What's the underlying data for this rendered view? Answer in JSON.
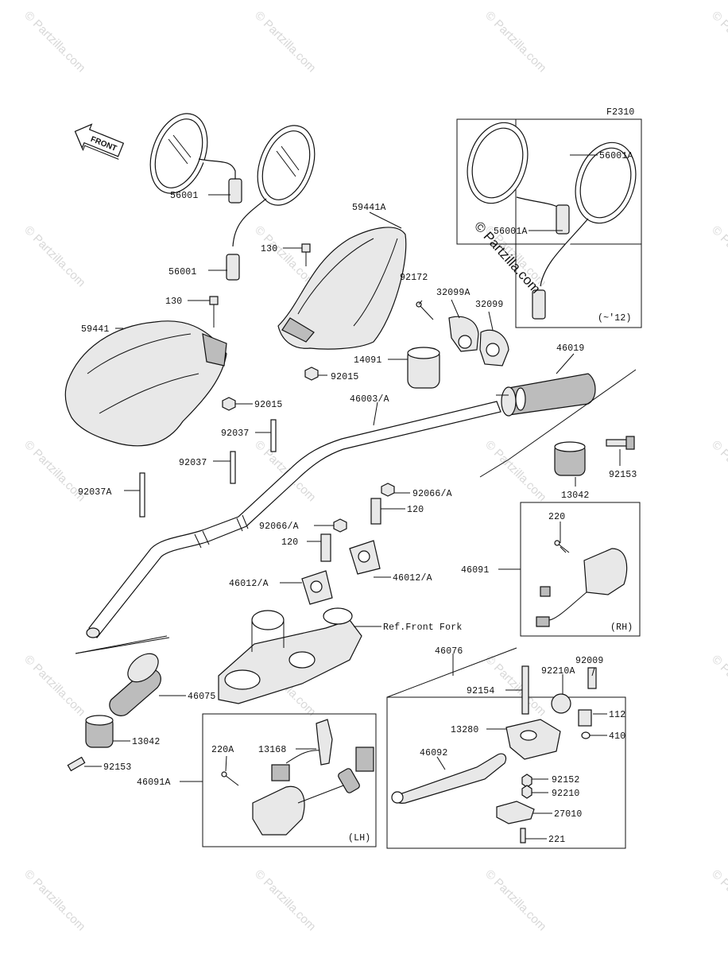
{
  "diagram": {
    "figure_code": "F2310",
    "front_arrow_label": "FRONT",
    "watermark_text": "Partzilla.com",
    "stamp_text": "© Partzilla.com",
    "labels": {
      "l_56001_top": "56001",
      "l_56001_bot": "56001",
      "l_59441A": "59441A",
      "l_130_a": "130",
      "l_130_b": "130",
      "l_59441": "59441",
      "l_92015_a": "92015",
      "l_92015_b": "92015",
      "l_92172": "92172",
      "l_32099A": "32099A",
      "l_32099": "32099",
      "l_14091": "14091",
      "l_46019": "46019",
      "l_46003A": "46003/A",
      "l_92037_a": "92037",
      "l_92037_b": "92037",
      "l_92037A": "92037A",
      "l_92153_r": "92153",
      "l_13042_r": "13042",
      "l_92066A_a": "92066/A",
      "l_120_a": "120",
      "l_92066A_b": "92066/A",
      "l_120_b": "120",
      "l_46012A_a": "46012/A",
      "l_46012A_b": "46012/A",
      "l_ref_fork": "Ref.Front Fork",
      "l_220": "220",
      "l_46091": "46091",
      "l_rh": "(RH)",
      "l_56001A_a": "56001A",
      "l_56001A_b": "56001A",
      "l_12": "(~'12)",
      "l_46076": "46076",
      "l_92009": "92009",
      "l_92210A": "92210A",
      "l_92154": "92154",
      "l_112": "112",
      "l_410": "410",
      "l_13280": "13280",
      "l_46092": "46092",
      "l_92152": "92152",
      "l_92210": "92210",
      "l_27010": "27010",
      "l_221": "221",
      "l_46075": "46075",
      "l_13042_l": "13042",
      "l_92153_l": "92153",
      "l_220A": "220A",
      "l_13168": "13168",
      "l_46091A": "46091A",
      "l_lh": "(LH)"
    }
  }
}
